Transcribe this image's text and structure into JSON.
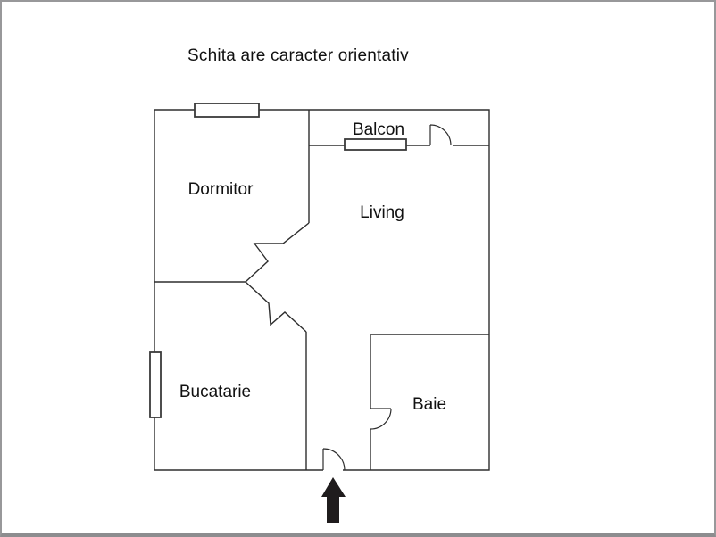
{
  "title": "Schita are caracter orientativ",
  "rooms": {
    "dormitor": "Dormitor",
    "balcon": "Balcon",
    "living": "Living",
    "bucatarie": "Bucatarie",
    "baie": "Baie"
  },
  "icons": {
    "entrance_arrow": "entrance-arrow-icon"
  },
  "colors": {
    "background": "#ffffff",
    "wall_line": "#2e2e2e",
    "label_text": "#111111",
    "frame_border": "#98989a",
    "bottom_bar": "#8d8d8f",
    "arrow_fill": "#1f1c1d"
  }
}
